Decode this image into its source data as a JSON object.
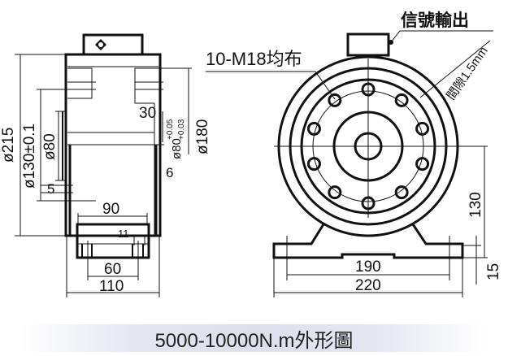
{
  "labels": {
    "signal_output": "信號輸出",
    "bolt_spec": "10-M18均布",
    "gap": "間隙1.5mm"
  },
  "side_view_dims": {
    "d215": "ø215",
    "d130": "ø130±0.1",
    "d80": "ø80",
    "d180": "ø180",
    "d80_tol": "ø80",
    "tol_upper": "+0.05",
    "tol_lower": "+0.03",
    "w30": "30",
    "w6": "6",
    "w5": "5",
    "w90": "90",
    "w11": "11",
    "w60": "60",
    "w110": "110"
  },
  "front_view_dims": {
    "w190": "190",
    "w220": "220",
    "h130": "130",
    "h15": "15"
  },
  "caption": "5000-10000N.m外形圖"
}
